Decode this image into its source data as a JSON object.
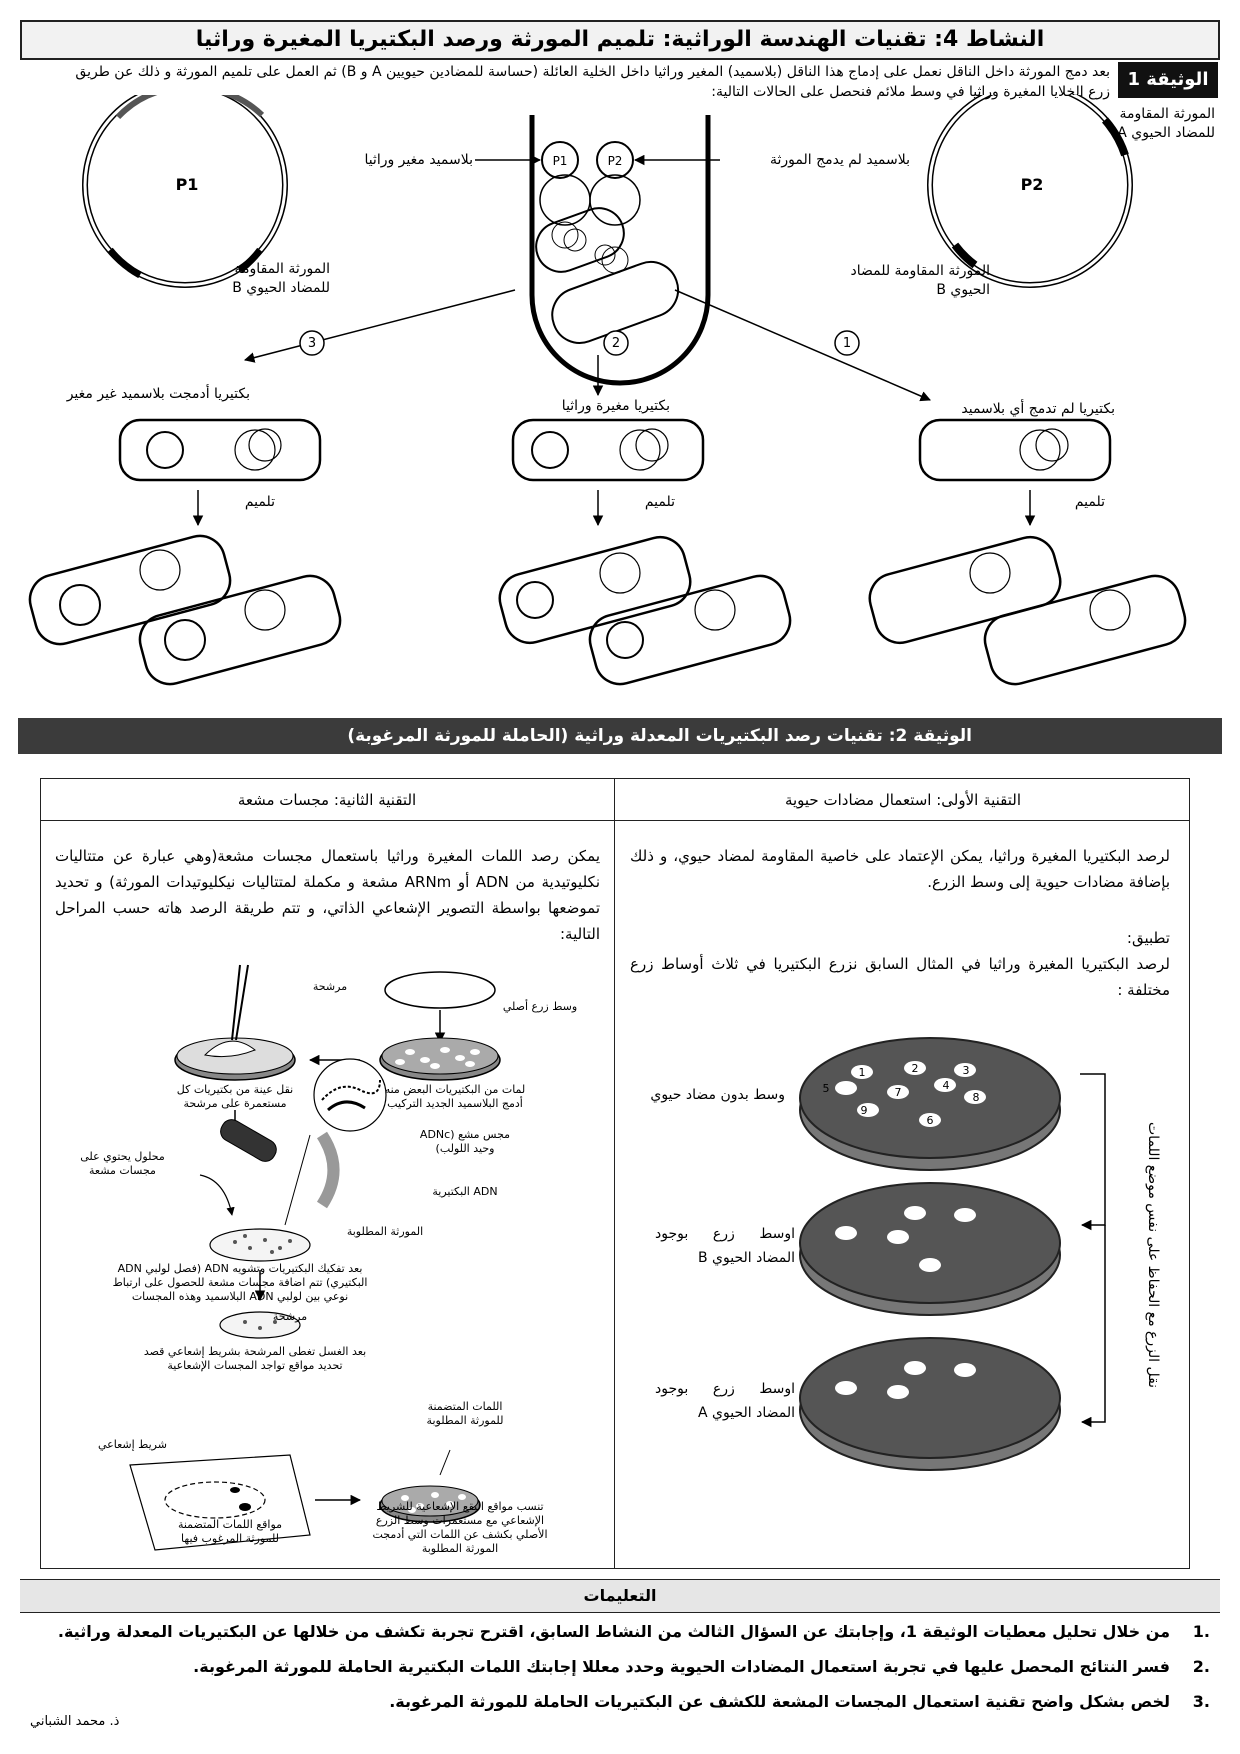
{
  "header": {
    "title": "النشاط 4: تقنيات الهندسة الوراثية: تلميم المورثة ورصد البكتيريا المغيرة وراثيا"
  },
  "doc1": {
    "badge": "الوثيقة 1",
    "intro": "بعد دمج المورثة داخل الناقل نعمل على إدماج هذا الناقل (بلاسميد) المغير وراثيا داخل الخلية العائلة (حساسة للمضادين حيويين A و B) ثم العمل على تلميم المورثة و ذلك عن طريق زرع الخلايا المغيرة وراثيا في وسط ملائم فنحصل على الحالات التالية:",
    "p1": "P1",
    "p2": "P2",
    "gene_resist_b_left": "المورثة المقاومة للمضاد الحيوي B",
    "gene_resist_a": "المورثة المقاومة للمضاد الحيوي A",
    "gene_resist_b_right": "المورثة المقاومة للمضاد الحيوي B",
    "modified_plasmid": "بلاسميد مغير وراثيا",
    "unmodified_plasmid": "بلاسميد لم يدمج المورثة",
    "case1_num": "1",
    "case2_num": "2",
    "case3_num": "3",
    "case1": "بكتيريا لم تدمج أي بلاسميد",
    "case2": "بكتيريا مغيرة وراثيا",
    "case3": "بكتيريا أدمجت بلاسميد غير مغير",
    "cloning": "تلميم"
  },
  "doc2": {
    "title": "الوثيقة 2: تقنيات رصد البكتيريات المعدلة وراثية (الحاملة للمورثة المرغوبة)",
    "tech1_title": "التقنية الأولى: استعمال مضادات حيوية",
    "tech2_title": "التقنية الثانية: مجسات مشعة",
    "tech1_text": "لرصد البكتيريا المغيرة وراثيا، يمكن الإعتماد على خاصية المقاومة لمضاد حيوي، و ذلك بإضافة مضادات حيوية إلى وسط الزرع.",
    "apply_title": "تطبيق:",
    "apply_text": "لرصد البكتيريا المغيرة وراثيا في المثال السابق نزرع البكتيريا في ثلاث أوساط زرع مختلفة :",
    "dish1_label": "وسط بدون مضاد حيوي",
    "dish2_label": "اوسط زرع بوجود المضاد الحيوي B",
    "dish3_label": "اوسط زرع بوجود المضاد الحيوي A",
    "transfer_label": "نقل الزرع مع الحفاظ على نفس موضع اللمات",
    "colony_numbers": [
      "1",
      "2",
      "3",
      "4",
      "5",
      "6",
      "7",
      "8",
      "9"
    ],
    "tech2_text": "يمكن رصد اللمات المغيرة وراثيا باستعمال مجسات مشعة(وهي عبارة عن متتاليات نكليوتيدية من ADN أو ARNm مشعة و مكملة لمتتاليات نيكليوتيدات المورثة) و تحديد تموضعها بواسطة التصوير الإشعاعي الذاتي، و تتم طريقة الرصد هاته حسب المراحل التالية:",
    "filter": "مرشحة",
    "orig_medium": "وسط زرع أصلي",
    "colonies_caption": "لمات من البكتيريات البعض منه أدمج البلاسميد الجديد التركيب",
    "transfer_caption": "نقل عينة من بكتيريات كل مستعمرة على مرشحة",
    "probe_solution": "محلول يحتوي على مجسات مشعة",
    "probe_label": "مجس مشع (ADNc وحيد اللولب)",
    "bact_dna": "ADN البكتيرية",
    "target_gene": "المورثة المطلوبة",
    "lysis_caption": "بعد تفكيك البكتيريات وتشويه ADN (فصل لولبي ADN البكتيري) تتم اضافة مجسات مشعة للحصول على ارتباط نوعي بين لولبي ADN البلاسميد وهذه المجسات",
    "filter2": "مرشحة",
    "wash_caption": "بعد الغسل تغطى المرشحة بشريط إشعاعي قصد تحديد مواقع تواجد المجسات الإشعاعية",
    "film": "شريط إشعاعي",
    "spots_caption": "مواقع اللمات المتضمنة للمورثة المرغوب فيها",
    "target_colonies": "اللمات المتضمنة للمورثة المطلوبة",
    "match_caption": "تنسب مواقع البقع الإشعاعية للشريط الإشعاعي مع مستعمرات وسط الزرع الأصلي بكشف عن اللمات التي أدمجت المورثة المطلوبة"
  },
  "instructions": {
    "title": "التعليمات",
    "items": [
      {
        "num": "1.",
        "text": "من خلال تحليل معطيات الوثيقة 1، وإجابتك عن السؤال الثالث من النشاط السابق، اقترح تجربة تكشف من خلالها عن البكتيريات المعدلة وراثية."
      },
      {
        "num": "2.",
        "text": "فسر النتائج المحصل عليها في تجربة استعمال المضادات الحيوية وحدد معللا إجابتك اللمات البكتيرية الحاملة للمورثة المرغوبة."
      },
      {
        "num": "3.",
        "text": "لخص بشكل واضح تقنية استعمال المجسات المشعة للكشف عن البكتيريات الحاملة للمورثة المرغوبة."
      }
    ]
  },
  "author": "ذ. محمد الشباني"
}
